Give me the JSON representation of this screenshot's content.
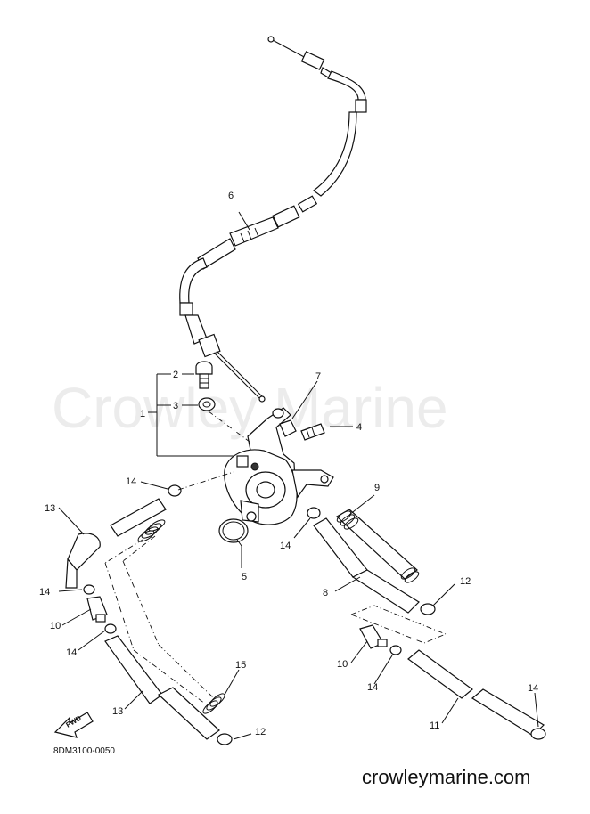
{
  "watermark": "Crowley Marine",
  "diagram_code": "8DM3100-0050",
  "website": "crowleymarine.com",
  "direction_label": "FWD",
  "callouts": [
    {
      "id": "c1",
      "text": "1"
    },
    {
      "id": "c2",
      "text": "2"
    },
    {
      "id": "c3",
      "text": "3"
    },
    {
      "id": "c4",
      "text": "4"
    },
    {
      "id": "c5",
      "text": "5"
    },
    {
      "id": "c6",
      "text": "6"
    },
    {
      "id": "c7",
      "text": "7"
    },
    {
      "id": "c8",
      "text": "8"
    },
    {
      "id": "c9",
      "text": "9"
    },
    {
      "id": "c10a",
      "text": "10"
    },
    {
      "id": "c10b",
      "text": "10"
    },
    {
      "id": "c11",
      "text": "11"
    },
    {
      "id": "c12a",
      "text": "12"
    },
    {
      "id": "c12b",
      "text": "12"
    },
    {
      "id": "c13a",
      "text": "13"
    },
    {
      "id": "c13b",
      "text": "13"
    },
    {
      "id": "c14a",
      "text": "14"
    },
    {
      "id": "c14b",
      "text": "14"
    },
    {
      "id": "c14c",
      "text": "14"
    },
    {
      "id": "c14d",
      "text": "14"
    },
    {
      "id": "c14e",
      "text": "14"
    },
    {
      "id": "c14f",
      "text": "14"
    },
    {
      "id": "c15",
      "text": "15"
    }
  ]
}
